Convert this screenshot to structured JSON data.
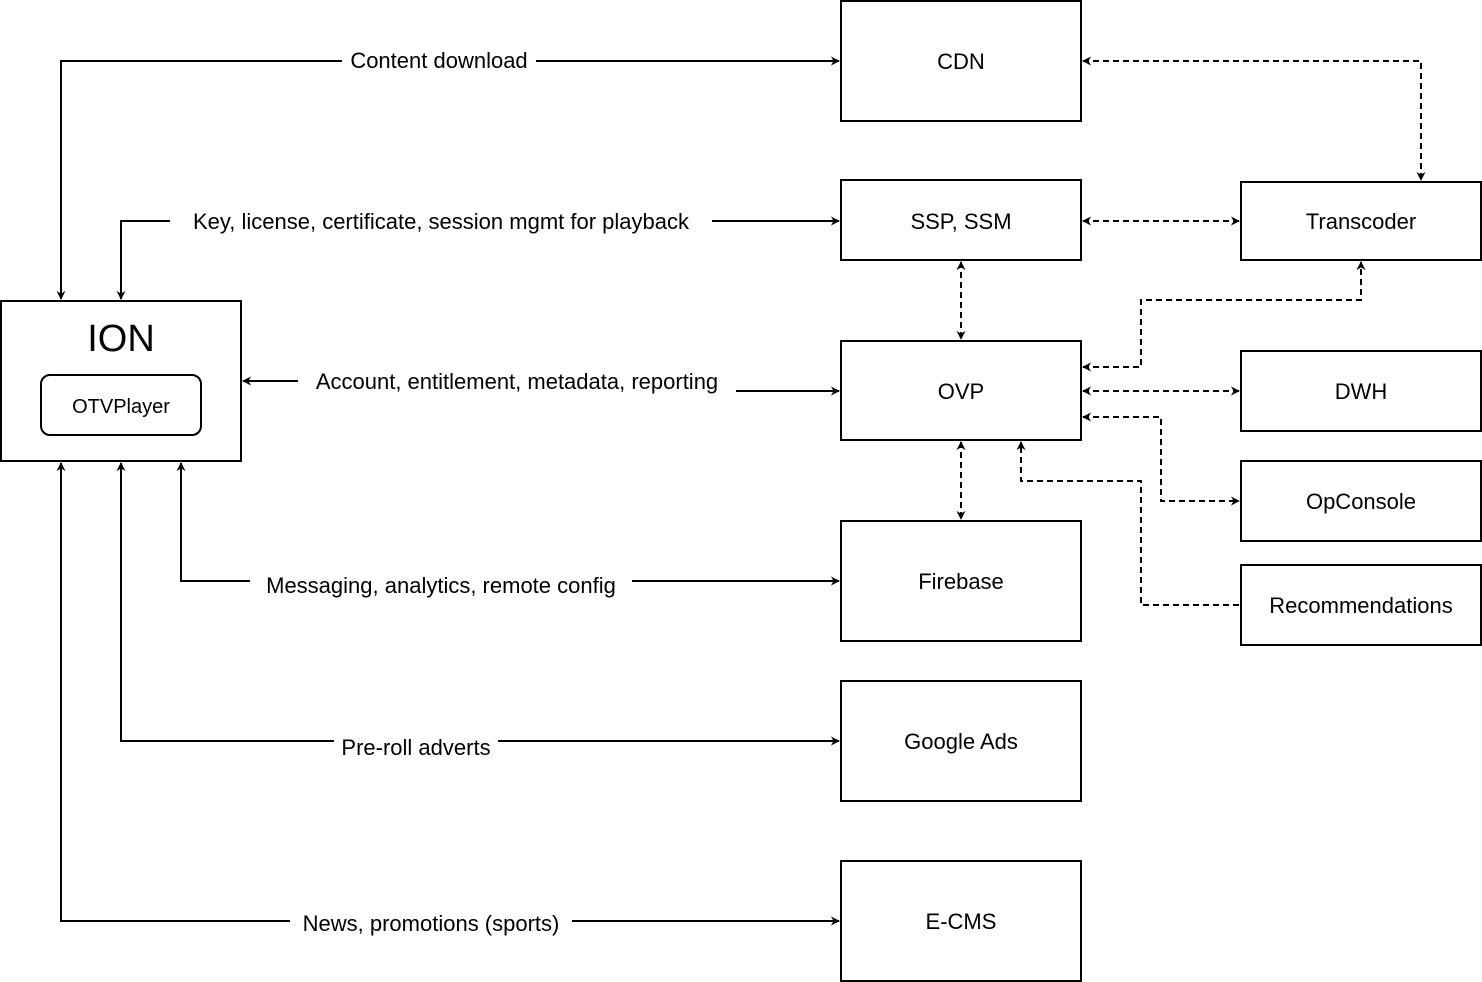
{
  "nodes": {
    "ion": "ION",
    "otvplayer": "OTVPlayer",
    "cdn": "CDN",
    "ssp": "SSP, SSM",
    "ovp": "OVP",
    "firebase": "Firebase",
    "google_ads": "Google Ads",
    "ecms": "E-CMS",
    "transcoder": "Transcoder",
    "dwh": "DWH",
    "opconsole": "OpConsole",
    "recommendations": "Recommendations"
  },
  "edge_labels": {
    "content_download": "Content download",
    "key_license": "Key, license, certificate, session mgmt for playback",
    "account": "Account, entitlement, metadata, reporting",
    "messaging": "Messaging, analytics, remote config",
    "preroll": "Pre-roll adverts",
    "news": "News, promotions (sports)"
  }
}
